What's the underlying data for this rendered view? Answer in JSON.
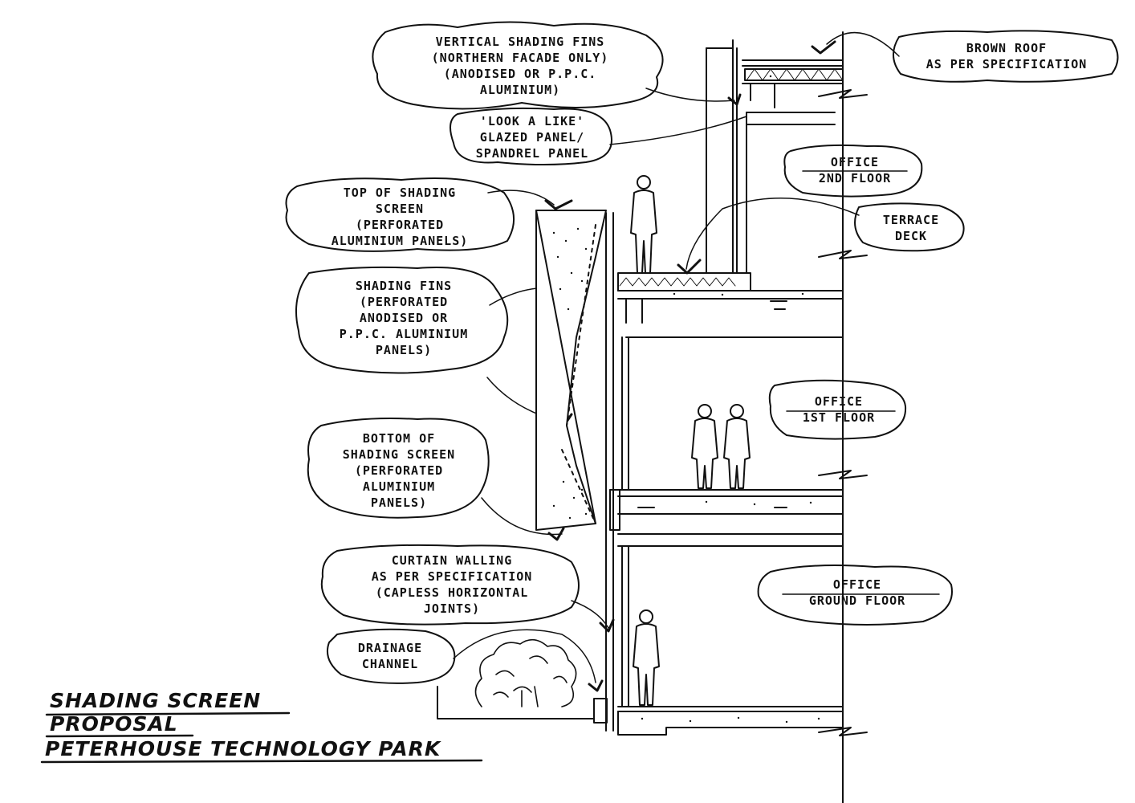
{
  "annotations": {
    "vertical_fins": [
      "VERTICAL SHADING FINS",
      "(NORTHERN FACADE ONLY)",
      "(ANODISED OR P.P.C.",
      "ALUMINIUM)"
    ],
    "look_alike": [
      "'LOOK A LIKE'",
      "GLAZED PANEL/",
      "SPANDREL PANEL"
    ],
    "brown_roof": [
      "BROWN ROOF",
      "AS PER SPECIFICATION"
    ],
    "office_2nd": [
      "OFFICE",
      "2ND FLOOR"
    ],
    "terrace_deck": [
      "TERRACE",
      "DECK"
    ],
    "top_screen": [
      "TOP OF SHADING",
      "SCREEN",
      "(PERFORATED",
      "ALUMINIUM PANELS)"
    ],
    "shading_fins": [
      "SHADING FINS",
      "(PERFORATED",
      "ANODISED OR",
      "P.P.C. ALUMINIUM",
      "PANELS)"
    ],
    "office_1st": [
      "OFFICE",
      "1ST FLOOR"
    ],
    "bottom_screen": [
      "BOTTOM OF",
      "SHADING SCREEN",
      "(PERFORATED",
      "ALUMINIUM",
      "PANELS)"
    ],
    "curtain_walling": [
      "CURTAIN WALLING",
      "AS PER SPECIFICATION",
      "(CAPLESS HORIZONTAL",
      "JOINTS)"
    ],
    "office_ground": [
      "OFFICE",
      "GROUND FLOOR"
    ],
    "drainage": [
      "DRAINAGE",
      "CHANNEL"
    ]
  },
  "title": [
    "SHADING SCREEN",
    "PROPOSAL",
    "PETERHOUSE TECHNOLOGY PARK"
  ],
  "colors": {
    "ink": "#111111",
    "paper": "#ffffff"
  }
}
